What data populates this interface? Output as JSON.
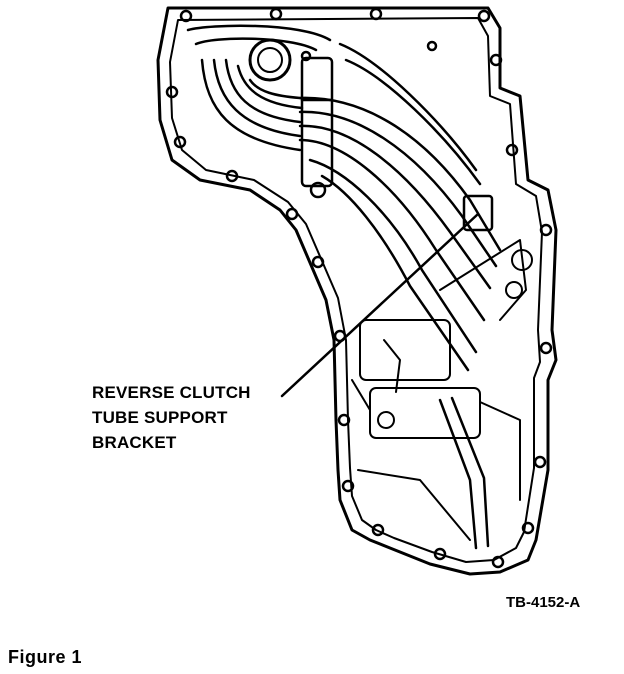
{
  "callout": {
    "lines": [
      "REVERSE CLUTCH",
      "TUBE SUPPORT",
      "BRACKET"
    ]
  },
  "figure_code": "TB-4152-A",
  "figure_caption": "Figure  1"
}
